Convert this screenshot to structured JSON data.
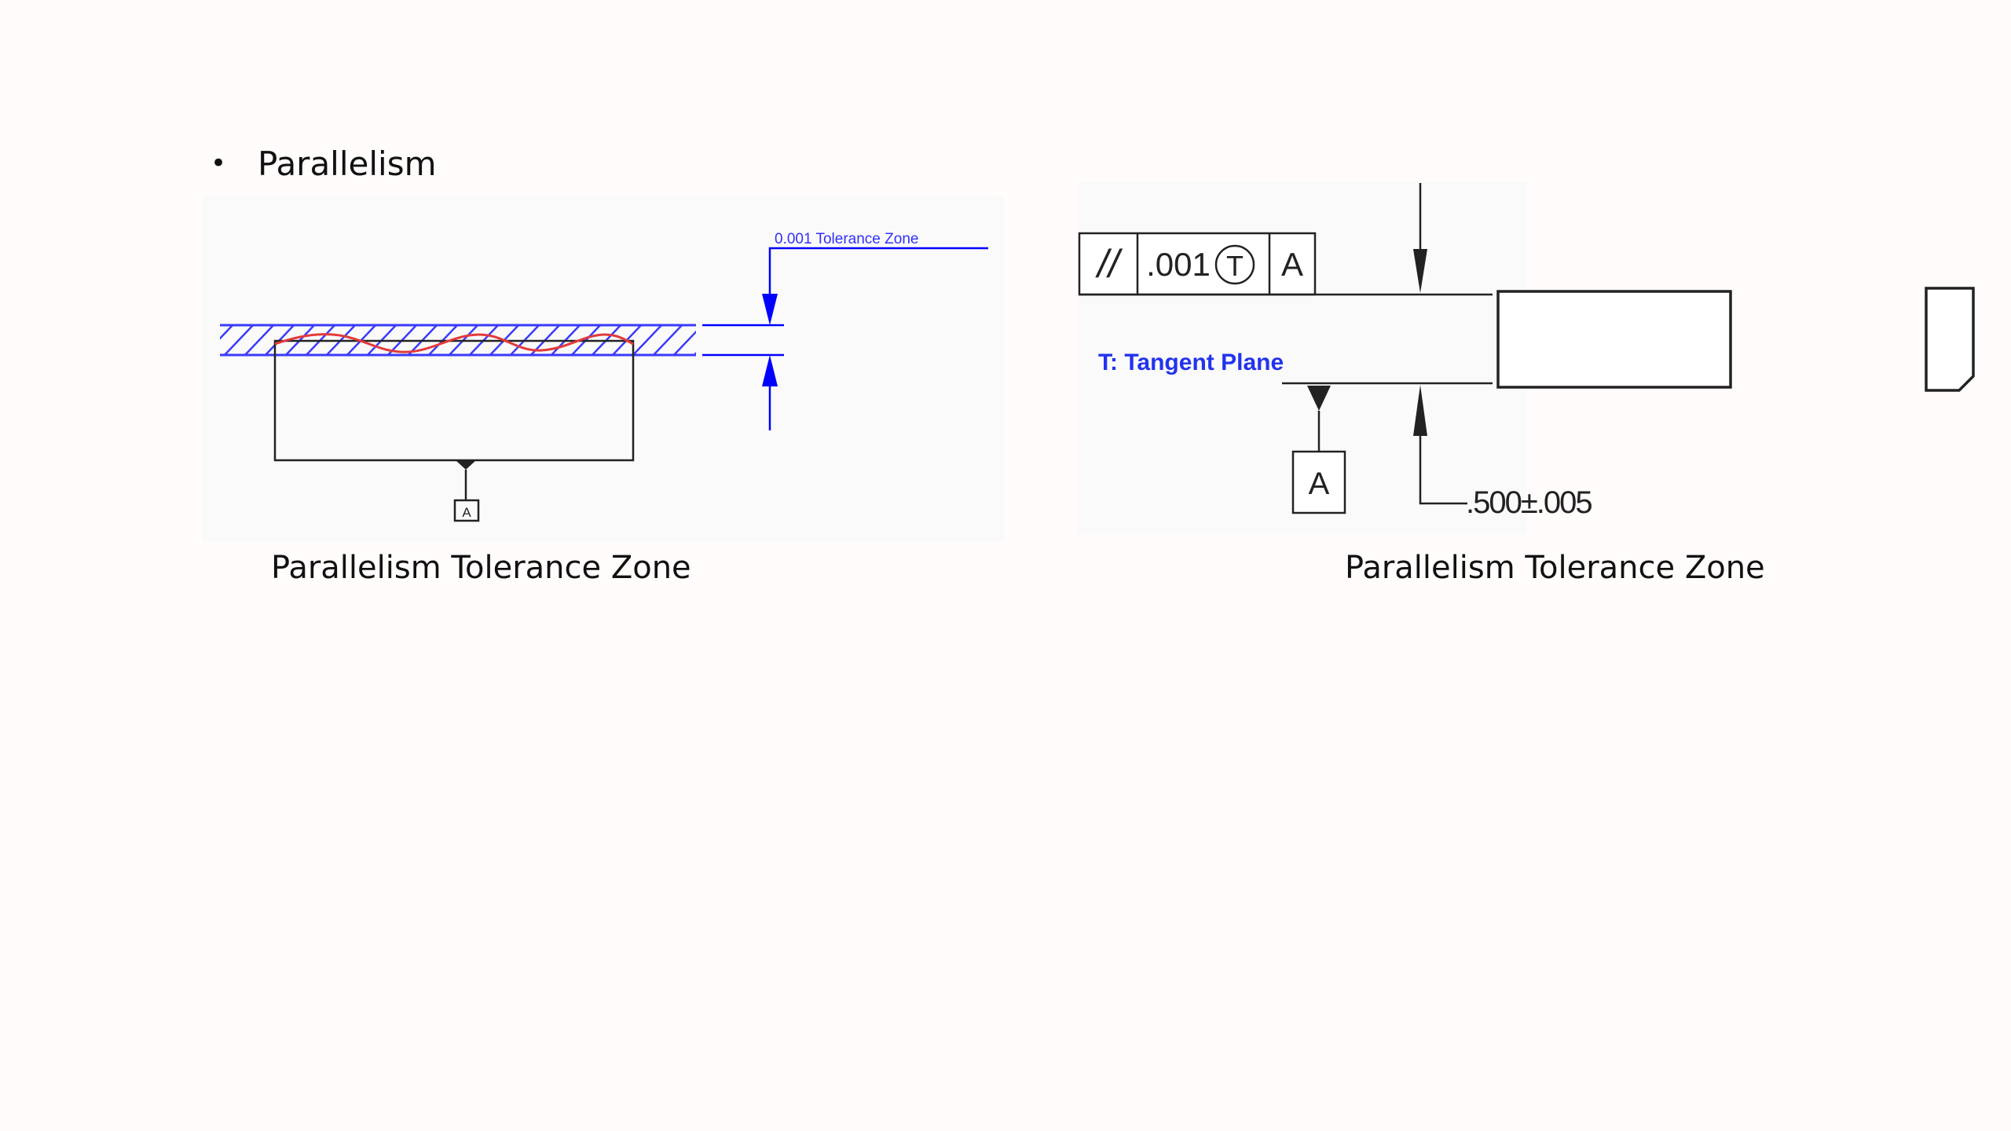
{
  "slide": {
    "bullet_symbol": "•",
    "bullet_text": "Parallelism"
  },
  "left_figure": {
    "tolerance_label": "0.001 Tolerance Zone",
    "datum_label": "A",
    "caption": "Parallelism Tolerance Zone",
    "colors": {
      "hatch": "#3a3aff",
      "surface": "#e23a3a",
      "part": "#222222",
      "dimension": "#0000ff"
    }
  },
  "right_figure": {
    "fcf_symbol": "//",
    "fcf_tolerance": ".001",
    "fcf_modifier": "T",
    "fcf_datum": "A",
    "tangent_label": "T: Tangent Plane",
    "datum_label": "A",
    "dimension_label": ".500±.005",
    "caption": "Parallelism Tolerance Zone",
    "colors": {
      "tangent_label": "#2233ee",
      "lines": "#111111"
    }
  }
}
